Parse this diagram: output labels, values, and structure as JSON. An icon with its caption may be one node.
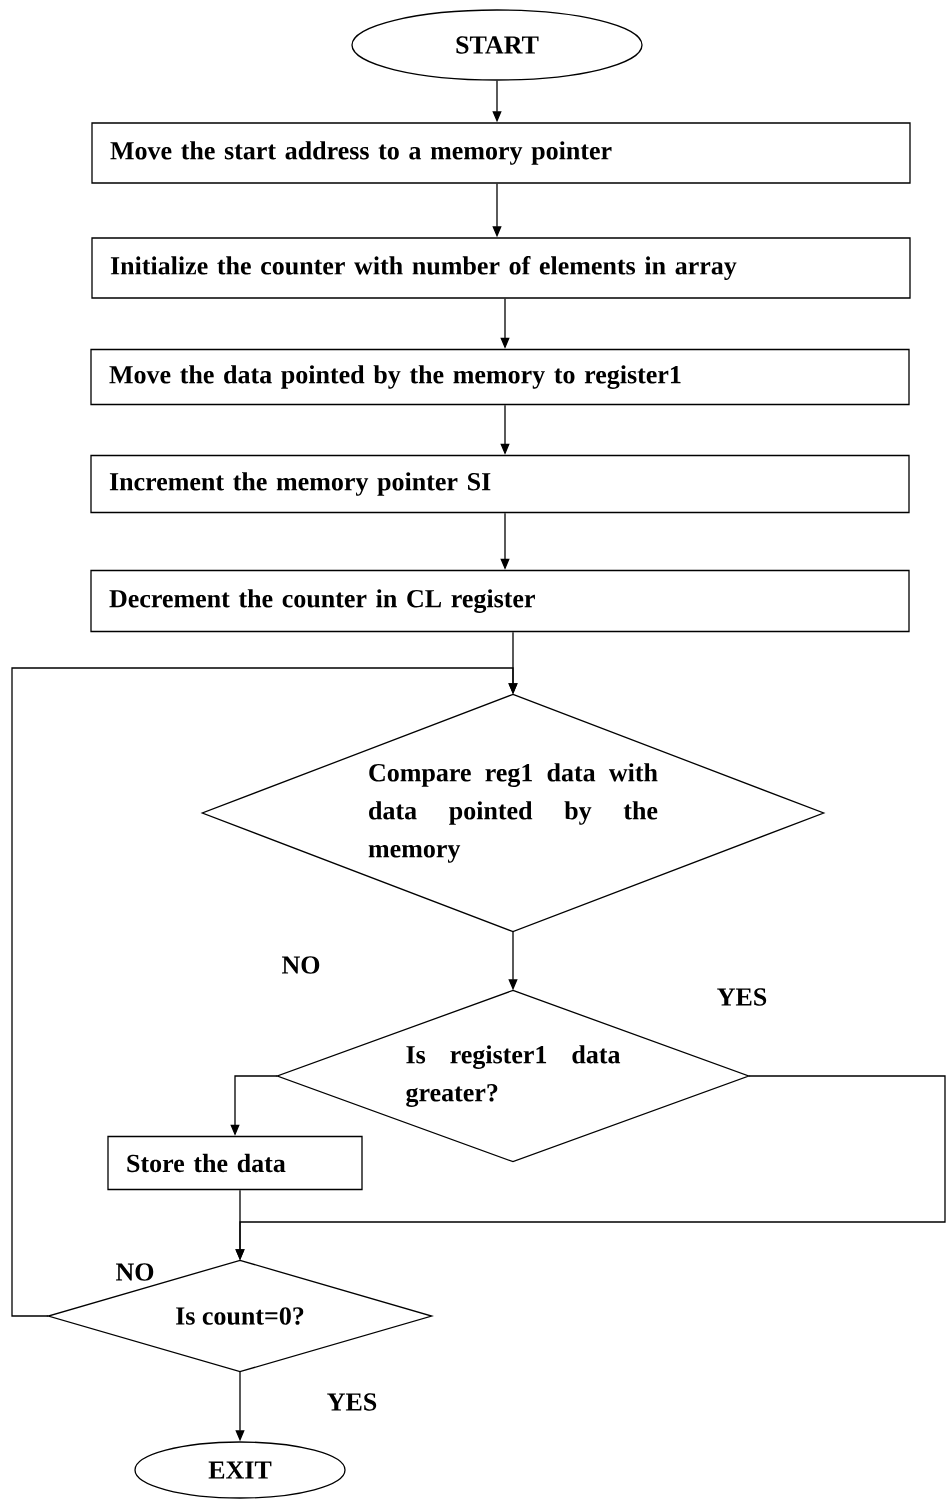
{
  "diagram": {
    "nodes": [
      {
        "text": [
          "START"
        ]
      },
      {
        "text": [
          "Move the start address to a memory pointer"
        ]
      },
      {
        "text": [
          "Initialize the counter with number of elements in array"
        ]
      },
      {
        "text": [
          "Move the data pointed by the memory to register1"
        ]
      },
      {
        "text": [
          "Increment the memory pointer SI"
        ]
      },
      {
        "text": [
          "Decrement the counter in CL register"
        ]
      },
      {
        "text": [
          "Compare reg1 data with data pointed by the memory"
        ]
      },
      {
        "text": [
          "Is register1 data greater?"
        ]
      },
      {
        "text": [
          "Store the data"
        ]
      },
      {
        "text": [
          "Is count=0?"
        ]
      },
      {
        "text": [
          "EXIT"
        ]
      }
    ],
    "edges": [
      {
        "from": 0,
        "to": 1,
        "arrow": "to"
      },
      {
        "from": 1,
        "to": 2,
        "arrow": "to"
      },
      {
        "from": 2,
        "to": 3,
        "arrow": "to"
      },
      {
        "from": 3,
        "to": 4,
        "arrow": "to"
      },
      {
        "from": 4,
        "to": 5,
        "arrow": "to"
      },
      {
        "from": 5,
        "to": 6,
        "arrow": "to"
      },
      {
        "from": 6,
        "to": 7,
        "arrow": "to"
      },
      {
        "from": 7,
        "to": 8,
        "arrow": "to",
        "label": "NO"
      },
      {
        "from": 7,
        "to": 9,
        "arrow": "to",
        "label": "YES"
      },
      {
        "from": 8,
        "to": 9,
        "arrow": "to"
      },
      {
        "from": 9,
        "to": 6,
        "arrow": "to",
        "label": "NO"
      },
      {
        "from": 9,
        "to": 10,
        "arrow": "to",
        "label": "YES"
      }
    ]
  }
}
